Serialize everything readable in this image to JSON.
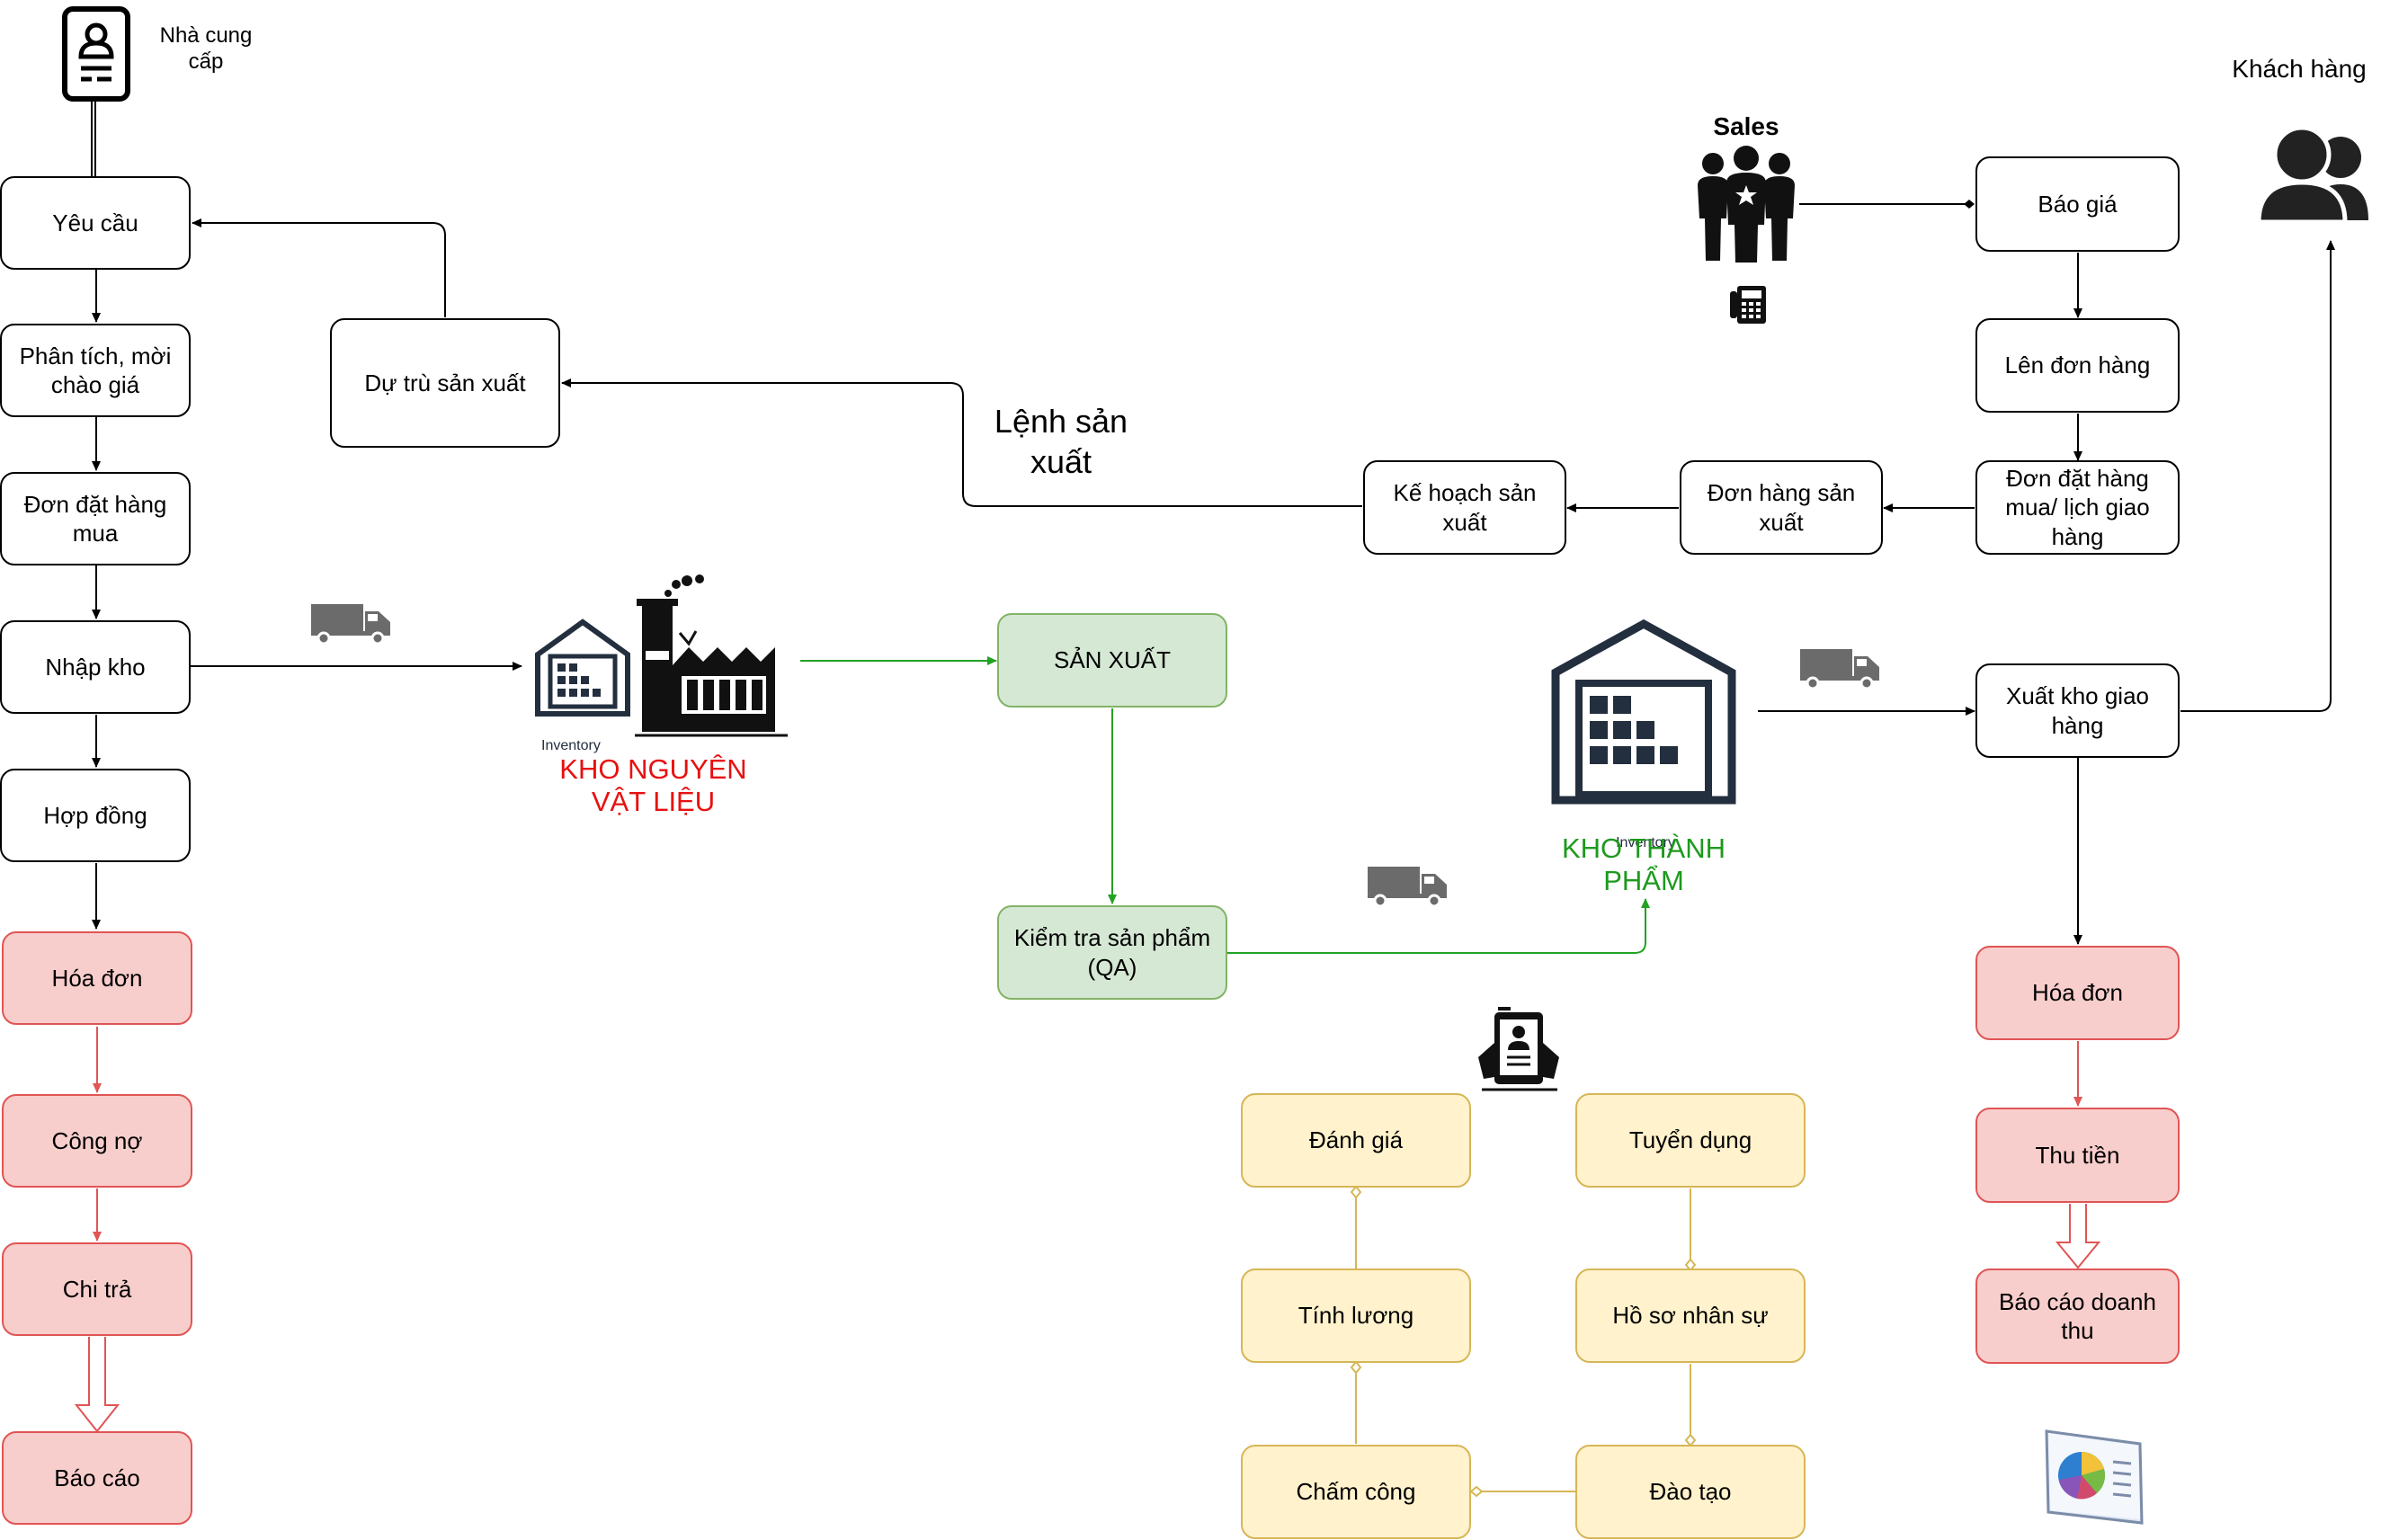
{
  "colors": {
    "black": "#000000",
    "red_fill": "#f8cecc",
    "red_stroke": "#e05555",
    "green_fill": "#d5e8d4",
    "green_stroke": "#82b366",
    "yellow_fill": "#fff2cc",
    "yellow_stroke": "#d6b656",
    "red_text": "#e81010",
    "green_text": "#1d9a1d",
    "icon_dark": "#232f3e",
    "truck": "#6b6b6b"
  },
  "actors": {
    "supplier": "Nhà cung cấp",
    "sales": "Sales",
    "customer": "Khách hàng"
  },
  "purchasing": {
    "request": "Yêu cầu",
    "analysis": "Phân tích, mời chào giá",
    "purchase_order": "Đơn đặt hàng mua",
    "goods_receipt": "Nhập kho",
    "contract": "Hợp đồng",
    "invoice": "Hóa đơn",
    "payable": "Công nợ",
    "payment": "Chi trả",
    "report": "Báo cáo"
  },
  "production": {
    "reserve": "Dự trù sản xuất",
    "order_label": "Lệnh sản xuất",
    "plan": "Kế hoạch sản xuất",
    "production_order": "Đơn hàng sản xuất",
    "manufacture": "SẢN XUẤT",
    "qa": "Kiểm tra sản phẩm (QA)",
    "raw_warehouse": "KHO NGUYÊN VẬT LIỆU",
    "raw_warehouse_caption": "Inventory",
    "finished_warehouse": "KHO THÀNH PHẨM",
    "finished_warehouse_caption": "Inventory"
  },
  "sales_flow": {
    "quotation": "Báo giá",
    "sales_order": "Lên đơn hàng",
    "purchase_schedule": "Đơn đặt hàng mua/ lịch giao hàng",
    "delivery": "Xuất kho giao hàng",
    "invoice": "Hóa đơn",
    "collection": "Thu tiền",
    "revenue_report": "Báo cáo doanh thu"
  },
  "hr": {
    "evaluation": "Đánh giá",
    "recruitment": "Tuyển dụng",
    "payroll": "Tính lương",
    "employee_records": "Hồ sơ nhân sự",
    "timekeeping": "Chấm công",
    "training": "Đào tạo"
  },
  "icons": {
    "supplier": "contact-card-icon",
    "sales": "sales-team-icon",
    "phone": "phone-icon",
    "customer": "customers-icon",
    "truck": "truck-icon",
    "factory": "factory-icon",
    "warehouse": "warehouse-icon",
    "hr": "tablet-profile-icon",
    "report": "pie-chart-board-icon"
  }
}
